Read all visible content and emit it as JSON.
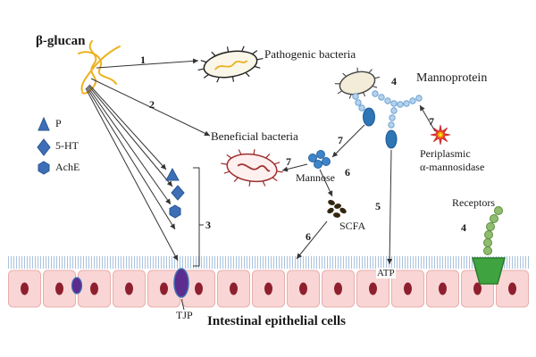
{
  "labels": {
    "beta_glucan": "β-glucan",
    "pathogenic_bacteria": "Pathogenic bacteria",
    "mannoprotein": "Mannoprotein",
    "beneficial_bacteria": "Beneficial bacteria",
    "mannose": "Mannose",
    "scfa": "SCFA",
    "periplasmic_line1": "Periplasmic",
    "periplasmic_line2": "α-mannosidase",
    "receptors": "Receptors",
    "atp": "ATP",
    "tjp": "TJP",
    "caption": "Intestinal epithelial cells"
  },
  "legend": {
    "items": [
      {
        "symbol": "triangle",
        "label": "P"
      },
      {
        "symbol": "diamond",
        "label": "5-HT"
      },
      {
        "symbol": "hexagon",
        "label": "AchE"
      }
    ]
  },
  "numbers": [
    "1",
    "2",
    "3",
    "4",
    "4",
    "5",
    "6",
    "6",
    "7",
    "7",
    "7"
  ],
  "colors": {
    "beta_glucan_fiber": "#EDB120",
    "pathogenic_outline": "#222222",
    "beneficial_outline": "#A03030",
    "mannose_blue": "#3D85C8",
    "chain_blue": "#B5D2EC",
    "signal_oval_blue": "#2E75B6",
    "scfa_dark": "#33260F",
    "enzyme_red": "#E53935",
    "receptor_green": "#3FA33F",
    "cell_pink": "#F9D6D5",
    "nucleus_red": "#8E1F2F",
    "tjp_purple": "#5B2D8E",
    "cilia_blue": "#A9C3DE",
    "arrow": "#333333"
  }
}
